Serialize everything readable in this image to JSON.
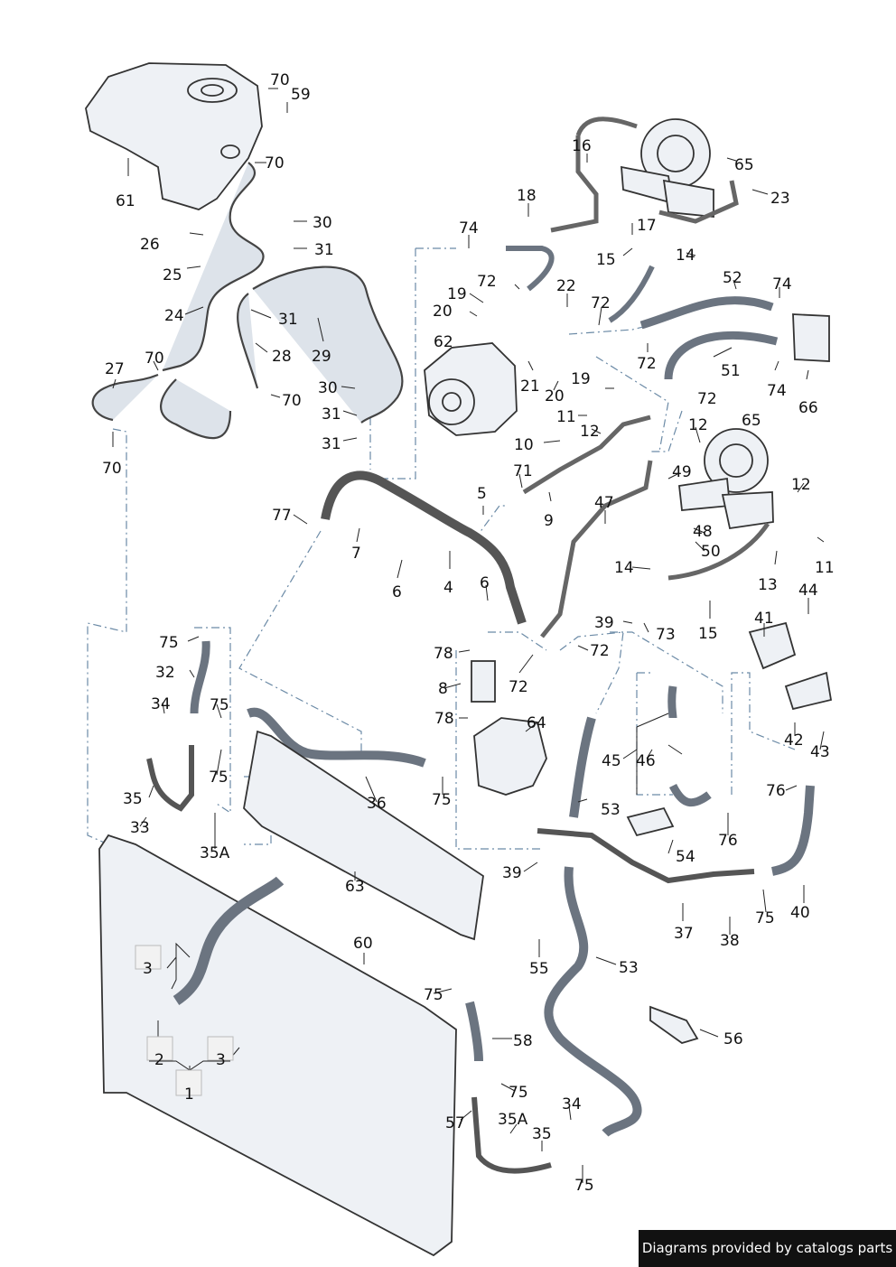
{
  "footer": {
    "text": "Diagrams provided by catalogs parts"
  },
  "labels": [
    "70",
    "59",
    "70",
    "61",
    "30",
    "31",
    "26",
    "25",
    "24",
    "31",
    "28",
    "29",
    "27",
    "70",
    "70",
    "30",
    "31",
    "31",
    "70",
    "16",
    "65",
    "18",
    "23",
    "74",
    "17",
    "15",
    "14",
    "72",
    "22",
    "19",
    "20",
    "62",
    "21",
    "52",
    "74",
    "72",
    "72",
    "51",
    "74",
    "66",
    "72",
    "19",
    "20",
    "11",
    "12",
    "10",
    "12",
    "65",
    "71",
    "49",
    "5",
    "9",
    "12",
    "47",
    "77",
    "7",
    "6",
    "4",
    "48",
    "50",
    "14",
    "13",
    "11",
    "6",
    "44",
    "41",
    "39",
    "73",
    "15",
    "75",
    "32",
    "78",
    "8",
    "72",
    "72",
    "34",
    "75",
    "78",
    "64",
    "42",
    "43",
    "75",
    "35",
    "36",
    "75",
    "53",
    "45",
    "46",
    "76",
    "33",
    "35A",
    "54",
    "76",
    "40",
    "39",
    "63",
    "37",
    "75",
    "38",
    "60",
    "55",
    "53",
    "3",
    "75",
    "58",
    "56",
    "2",
    "3",
    "1",
    "75",
    "57",
    "35A",
    "34",
    "35",
    "75"
  ]
}
